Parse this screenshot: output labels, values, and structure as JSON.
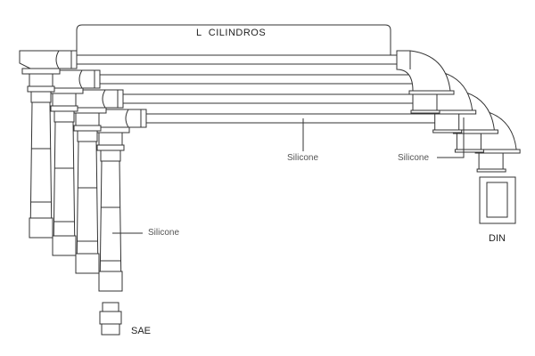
{
  "title": "L  CILINDROS",
  "labels": {
    "silicone_middle": "Silicone",
    "silicone_right": "Silicone",
    "silicone_left": "Silicone",
    "din": "DIN",
    "sae": "SAE"
  },
  "cable_count": 4
}
